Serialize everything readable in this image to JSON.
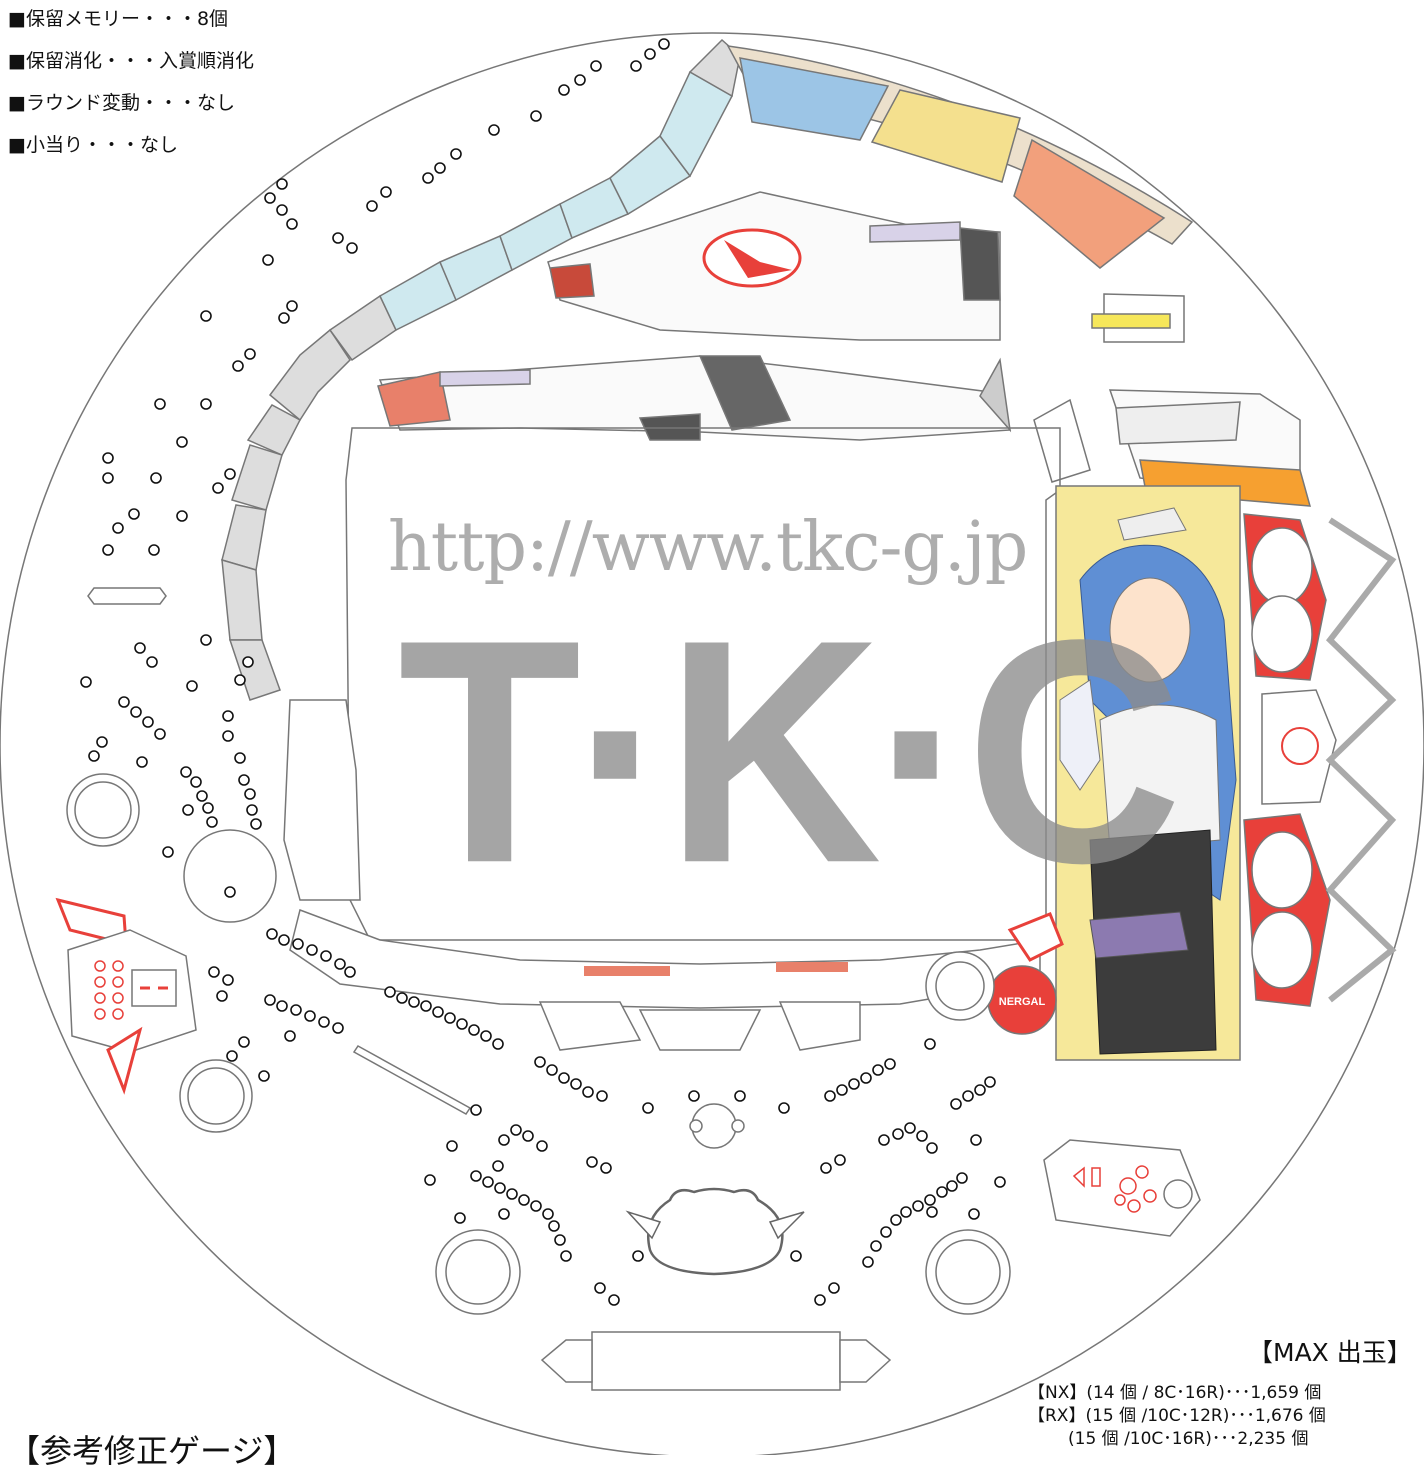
{
  "specs": [
    "■保留メモリー・・・8個",
    "■保留消化・・・入賞順消化",
    "■ラウンド変動・・・なし",
    "■小当り・・・なし"
  ],
  "watermark": {
    "url": "http://www.tkc-g.jp",
    "logo": "T·K·C"
  },
  "lcd_logo": "NERGAL",
  "max_payout": {
    "title": "【MAX 出玉】",
    "rows": [
      "【NX】(14 個 /  8C･16R)･･･1,659 個",
      "【RX】(15 個 /10C･12R)･･･1,676 個",
      "(15 個 /10C･16R)･･･2,235 個"
    ]
  },
  "gauge_title": "【参考修正ゲージ】",
  "colors": {
    "panel_blue": "#9cc5e6",
    "panel_yellow": "#f4e08e",
    "panel_orange": "#f2a07c",
    "glass_cyan": "#cfe9ef",
    "red_accent": "#e8403a",
    "character_bg": "#f6e89a",
    "character_hair": "#5f8fd4"
  }
}
